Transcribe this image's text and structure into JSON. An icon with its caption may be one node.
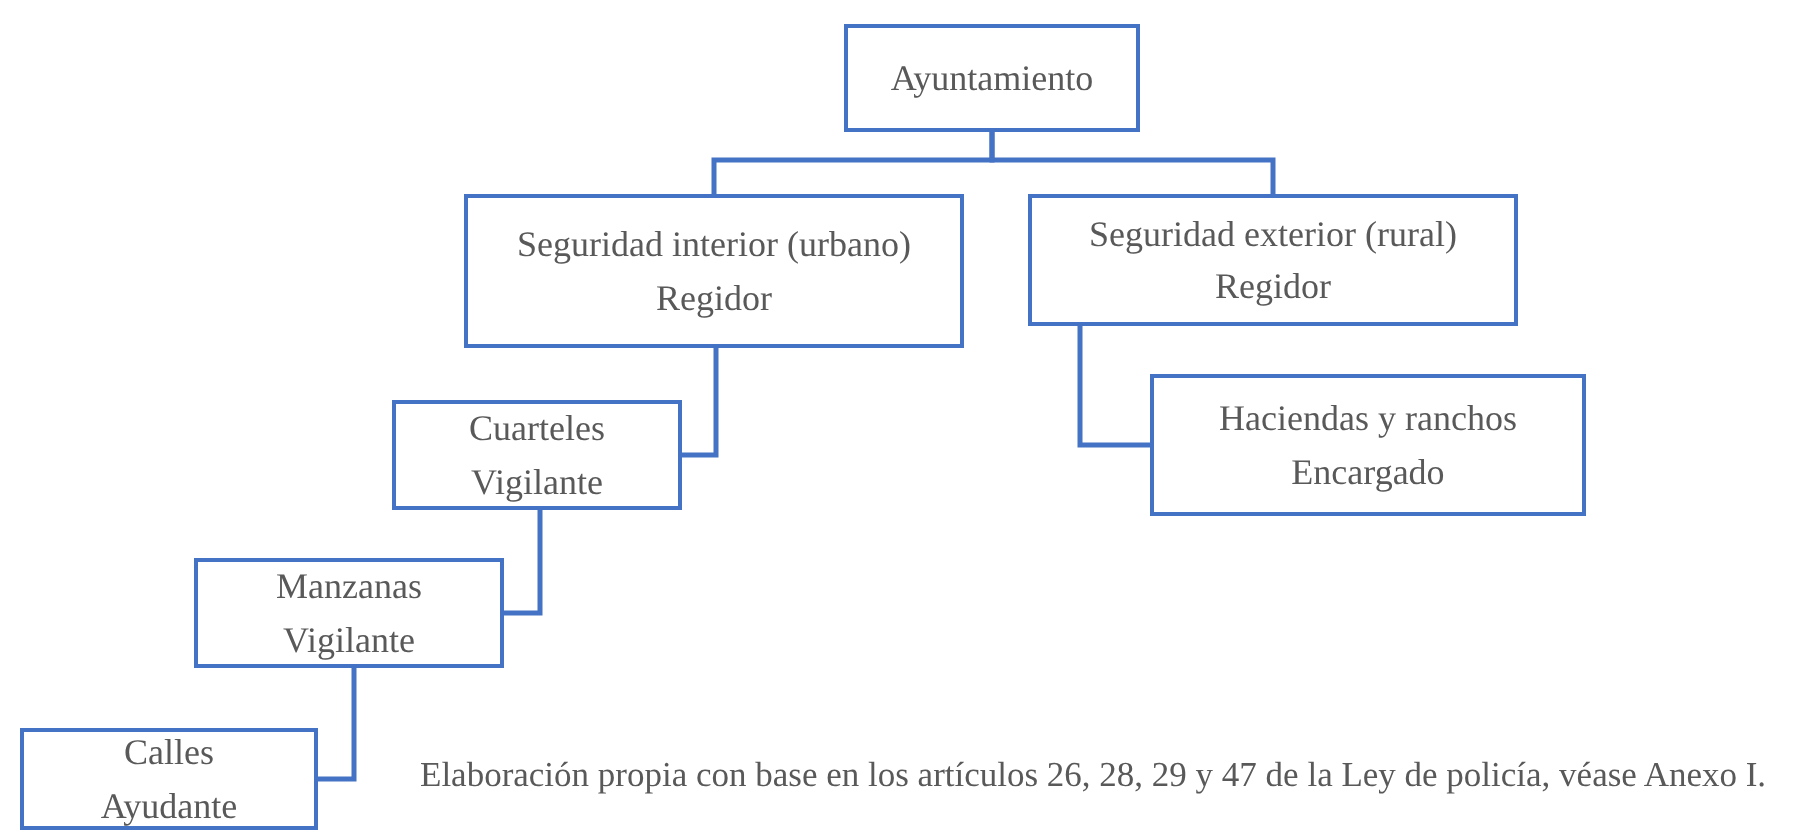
{
  "diagram": {
    "caption": "Elaboración propia con base en los artículos 26, 28, 29 y 47 de la Ley de policía, véase Anexo I.",
    "nodes": [
      {
        "text": [
          "Ayuntamiento"
        ]
      },
      {
        "text": [
          "Seguridad interior (urbano)",
          "Regidor"
        ]
      },
      {
        "text": [
          "Seguridad exterior (rural)",
          "Regidor"
        ]
      },
      {
        "text": [
          "Haciendas y ranchos",
          "Encargado"
        ]
      },
      {
        "text": [
          "Cuarteles",
          "Vigilante"
        ]
      },
      {
        "text": [
          "Manzanas",
          "Vigilante"
        ]
      },
      {
        "text": [
          "Calles",
          "Ayudante"
        ]
      }
    ],
    "edges": [
      {
        "from": 0,
        "to": 1,
        "arrow": "none"
      },
      {
        "from": 0,
        "to": 2,
        "arrow": "none"
      },
      {
        "from": 2,
        "to": 3,
        "arrow": "none"
      },
      {
        "from": 1,
        "to": 4,
        "arrow": "none"
      },
      {
        "from": 4,
        "to": 5,
        "arrow": "none"
      },
      {
        "from": 5,
        "to": 6,
        "arrow": "none"
      }
    ]
  }
}
